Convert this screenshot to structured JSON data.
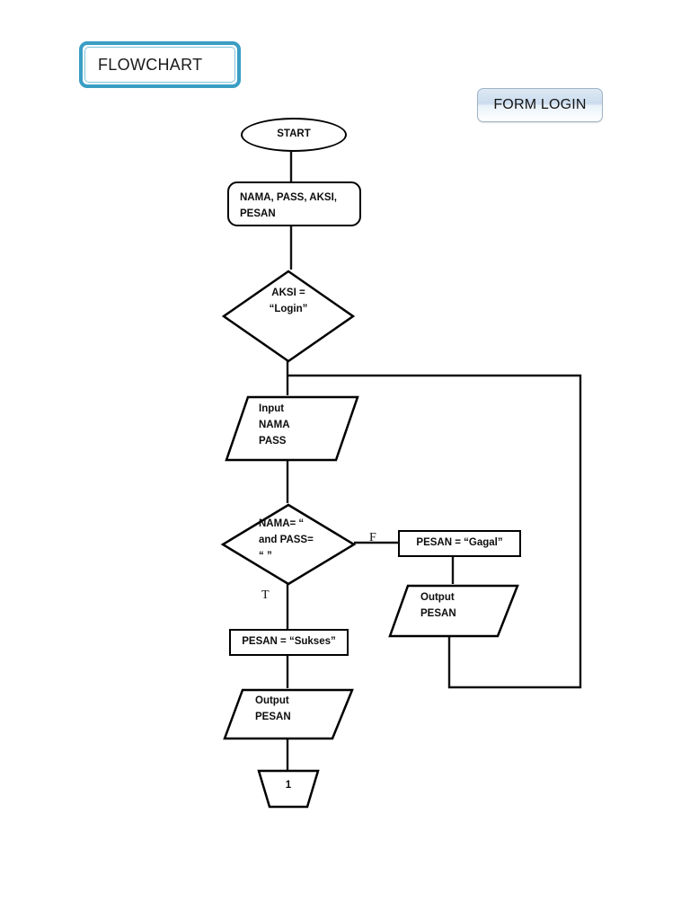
{
  "page": {
    "title_badge": "FLOWCHART",
    "form_button": "FORM LOGIN",
    "background": "#ffffff",
    "accent_border": "#3a9ec4",
    "line_color": "#111111"
  },
  "flowchart": {
    "nodes": [
      {
        "id": "start",
        "shape": "oval",
        "text": "START"
      },
      {
        "id": "declare",
        "shape": "rounded-rect",
        "text": "NAMA, PASS, AKSI,\nPESAN"
      },
      {
        "id": "aksi-check",
        "shape": "diamond",
        "text": "AKSI =\n“Login”"
      },
      {
        "id": "input-creds",
        "shape": "parallelogram",
        "text": "Input\nNAMA\nPASS"
      },
      {
        "id": "creds-check",
        "shape": "diamond",
        "text": "NAMA= “\nand  PASS=\n“ ”"
      },
      {
        "id": "pesan-gagal",
        "shape": "rect",
        "text": "PESAN = “Gagal”"
      },
      {
        "id": "output-gagal",
        "shape": "parallelogram",
        "text": "Output\nPESAN"
      },
      {
        "id": "pesan-sukses",
        "shape": "rect",
        "text": "PESAN = “Sukses”"
      },
      {
        "id": "output-sukses",
        "shape": "parallelogram",
        "text": "Output\nPESAN"
      },
      {
        "id": "connector-1",
        "shape": "trapezoid",
        "text": "1"
      }
    ],
    "branch_labels": {
      "false_label": "F",
      "true_label": "T"
    }
  }
}
